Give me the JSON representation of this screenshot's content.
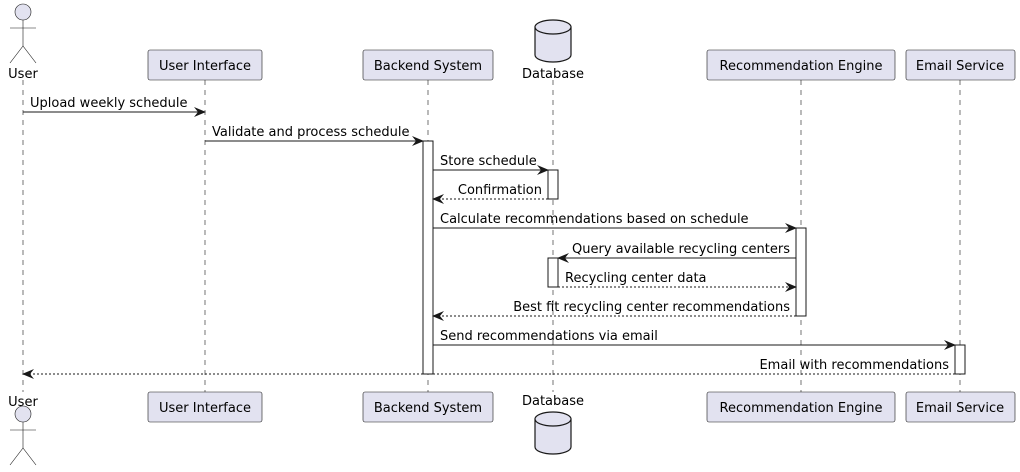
{
  "participants": [
    {
      "id": "user",
      "label": "User",
      "kind": "actor"
    },
    {
      "id": "ui",
      "label": "User Interface",
      "kind": "participant"
    },
    {
      "id": "backend",
      "label": "Backend System",
      "kind": "participant"
    },
    {
      "id": "db",
      "label": "Database",
      "kind": "database"
    },
    {
      "id": "rec",
      "label": "Recommendation Engine",
      "kind": "participant"
    },
    {
      "id": "email",
      "label": "Email Service",
      "kind": "participant"
    }
  ],
  "messages": [
    {
      "from": "user",
      "to": "ui",
      "text": "Upload weekly schedule",
      "style": "solid"
    },
    {
      "from": "ui",
      "to": "backend",
      "text": "Validate and process schedule",
      "style": "solid"
    },
    {
      "from": "backend",
      "to": "db",
      "text": "Store schedule",
      "style": "solid"
    },
    {
      "from": "db",
      "to": "backend",
      "text": "Confirmation",
      "style": "dashed"
    },
    {
      "from": "backend",
      "to": "rec",
      "text": "Calculate recommendations based on schedule",
      "style": "solid"
    },
    {
      "from": "rec",
      "to": "db",
      "text": "Query available recycling centers",
      "style": "solid"
    },
    {
      "from": "db",
      "to": "rec",
      "text": "Recycling center data",
      "style": "dashed"
    },
    {
      "from": "rec",
      "to": "backend",
      "text": "Best fit recycling center recommendations",
      "style": "dashed"
    },
    {
      "from": "backend",
      "to": "email",
      "text": "Send recommendations via email",
      "style": "solid"
    },
    {
      "from": "email",
      "to": "user",
      "text": "Email with recommendations",
      "style": "dashed"
    }
  ],
  "colors": {
    "participant_fill": "#e2e2f0",
    "line": "#181818",
    "activation_fill": "#ffffff",
    "background": "#ffffff"
  }
}
